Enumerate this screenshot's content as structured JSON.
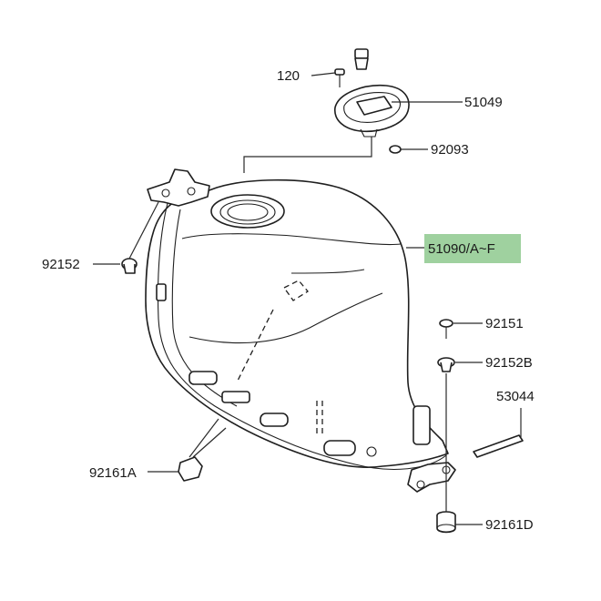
{
  "diagram": {
    "highlight_color": "#9fd19f",
    "line_color": "#2a2a2a",
    "callouts": [
      {
        "id": "120",
        "label": "120"
      },
      {
        "id": "51049",
        "label": "51049"
      },
      {
        "id": "92093",
        "label": "92093"
      },
      {
        "id": "51090",
        "label": "51090/A~F",
        "highlighted": true
      },
      {
        "id": "92152",
        "label": "92152"
      },
      {
        "id": "92151",
        "label": "92151"
      },
      {
        "id": "92152B",
        "label": "92152B"
      },
      {
        "id": "53044",
        "label": "53044"
      },
      {
        "id": "92161A",
        "label": "92161A"
      },
      {
        "id": "92161D",
        "label": "92161D"
      }
    ]
  }
}
